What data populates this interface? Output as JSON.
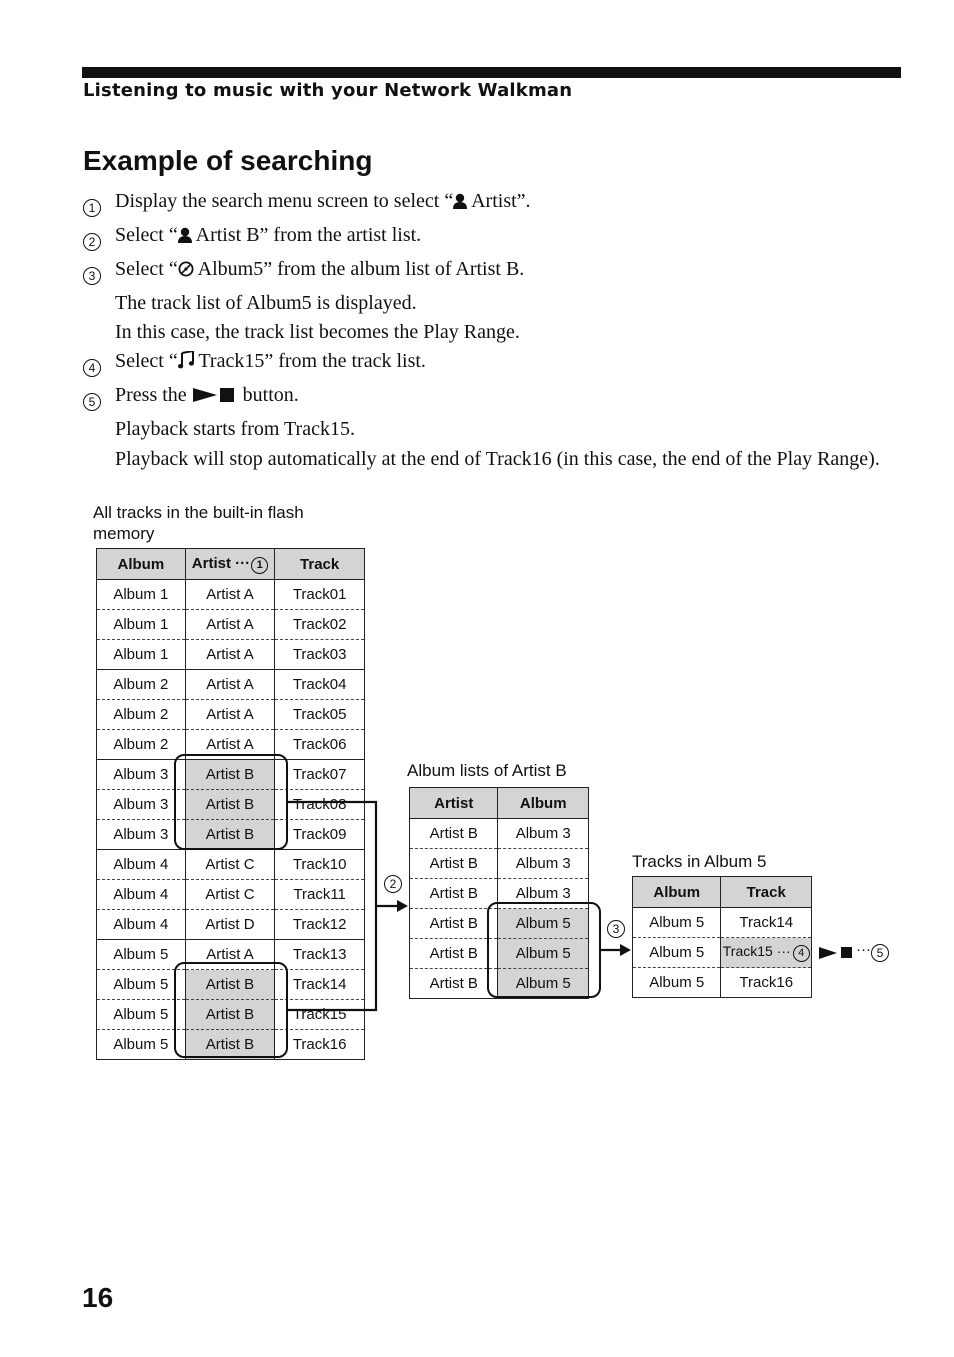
{
  "header": {
    "section_title": "Listening to music with your Network Walkman"
  },
  "heading": "Example of searching",
  "steps": [
    {
      "num": "1",
      "parts": [
        "Display the search menu screen to select “",
        " Artist”."
      ],
      "icon": "artist-icon"
    },
    {
      "num": "2",
      "parts": [
        "Select “",
        " Artist B” from the artist list."
      ],
      "icon": "artist-icon"
    },
    {
      "num": "3",
      "parts": [
        "Select “",
        " Album5” from the album list of Artist B."
      ],
      "icon": "album-icon",
      "sub": [
        "The track list of Album5 is displayed.",
        "In this case, the track list becomes the Play Range."
      ]
    },
    {
      "num": "4",
      "parts": [
        "Select “",
        " Track15” from the track list."
      ],
      "icon": "track-icon"
    },
    {
      "num": "5",
      "parts": [
        "Press the ",
        " button."
      ],
      "icon": "play-stop-icon",
      "sub": [
        "Playback starts from Track15.",
        "Playback will stop automatically at the end of Track16 (in this case, the end of the Play Range)."
      ]
    }
  ],
  "diagram": {
    "all_tracks_label": "All tracks in the built-in flash memory",
    "table1": {
      "headers": [
        "Album",
        "Artist ···",
        "Track"
      ],
      "header_marker": "1",
      "rows": [
        [
          "Album 1",
          "Artist A",
          "Track01"
        ],
        [
          "Album 1",
          "Artist A",
          "Track02"
        ],
        [
          "Album 1",
          "Artist A",
          "Track03"
        ],
        [
          "Album 2",
          "Artist A",
          "Track04"
        ],
        [
          "Album 2",
          "Artist A",
          "Track05"
        ],
        [
          "Album 2",
          "Artist A",
          "Track06"
        ],
        [
          "Album 3",
          "Artist B",
          "Track07"
        ],
        [
          "Album 3",
          "Artist B",
          "Track08"
        ],
        [
          "Album 3",
          "Artist B",
          "Track09"
        ],
        [
          "Album 4",
          "Artist C",
          "Track10"
        ],
        [
          "Album 4",
          "Artist C",
          "Track11"
        ],
        [
          "Album 4",
          "Artist D",
          "Track12"
        ],
        [
          "Album 5",
          "Artist A",
          "Track13"
        ],
        [
          "Album 5",
          "Artist B",
          "Track14"
        ],
        [
          "Album 5",
          "Artist B",
          "Track15"
        ],
        [
          "Album 5",
          "Artist B",
          "Track16"
        ]
      ]
    },
    "album_lists_label": "Album lists of Artist B",
    "table2": {
      "headers": [
        "Artist",
        "Album"
      ],
      "rows": [
        [
          "Artist B",
          "Album 3"
        ],
        [
          "Artist B",
          "Album 3"
        ],
        [
          "Artist B",
          "Album 3"
        ],
        [
          "Artist B",
          "Album 5"
        ],
        [
          "Artist B",
          "Album 5"
        ],
        [
          "Artist B",
          "Album 5"
        ]
      ]
    },
    "tracks_label": "Tracks in Album 5",
    "table3": {
      "headers": [
        "Album",
        "Track"
      ],
      "rows": [
        [
          "Album 5",
          "Track14"
        ],
        [
          "Album 5",
          "Track15 ···"
        ],
        [
          "Album 5",
          "Track16"
        ]
      ]
    },
    "markers": {
      "m2": "2",
      "m3": "3",
      "m4": "4",
      "m5": "5",
      "dots": "···"
    }
  },
  "page_number": "16"
}
